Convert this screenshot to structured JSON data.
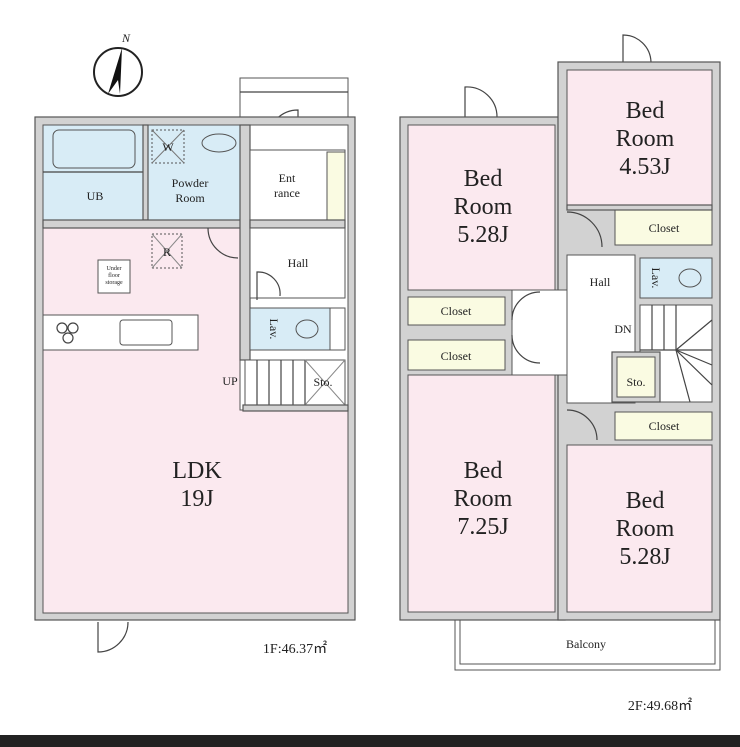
{
  "compass": {
    "label": "N"
  },
  "floor1": {
    "area_label": "1F:46.37㎡",
    "rooms": {
      "ub": "UB",
      "powder_room": [
        "Powder",
        "Room"
      ],
      "washer": "W",
      "entrance": [
        "Ent",
        "rance"
      ],
      "refrigerator": "R",
      "under_floor_storage": [
        "Under",
        "floor",
        "storage"
      ],
      "hall": "Hall",
      "lav": "Lav.",
      "up": "UP",
      "storage": "Sto.",
      "ldk": [
        "LDK",
        "19J"
      ]
    }
  },
  "floor2": {
    "area_label": "2F:49.68㎡",
    "rooms": {
      "bedroom_nw": [
        "Bed",
        "Room",
        "5.28J"
      ],
      "bedroom_ne": [
        "Bed",
        "Room",
        "4.53J"
      ],
      "bedroom_sw": [
        "Bed",
        "Room",
        "7.25J"
      ],
      "bedroom_se": [
        "Bed",
        "Room",
        "5.28J"
      ],
      "closet_a": "Closet",
      "closet_b": "Closet",
      "closet_ne": "Closet",
      "closet_se": "Closet",
      "hall": "Hall",
      "lav": "Lav.",
      "down": "DN",
      "storage": "Sto.",
      "balcony": "Balcony"
    }
  },
  "colors": {
    "bedroom": "#fbe9ef",
    "wet_area": "#d8ecf6",
    "closet": "#fafbe2",
    "wall": "#d2d2d2"
  }
}
